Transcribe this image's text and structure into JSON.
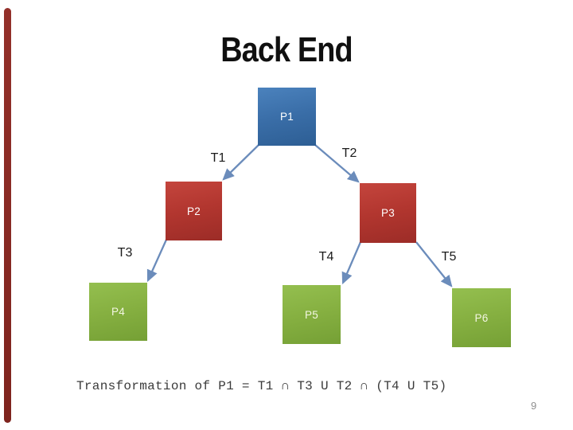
{
  "slide": {
    "title": "Back End",
    "formula": "Transformation of P1 = T1 ∩ T3 U T2 ∩ (T4 U T5)",
    "page_number": "9"
  },
  "diagram": {
    "type": "tree",
    "nodes": [
      {
        "id": "P1",
        "label": "P1",
        "color": "blue",
        "level": 1
      },
      {
        "id": "P2",
        "label": "P2",
        "color": "red",
        "level": 2
      },
      {
        "id": "P3",
        "label": "P3",
        "color": "red",
        "level": 2
      },
      {
        "id": "P4",
        "label": "P4",
        "color": "green",
        "level": 3
      },
      {
        "id": "P5",
        "label": "P5",
        "color": "green",
        "level": 3
      },
      {
        "id": "P6",
        "label": "P6",
        "color": "green",
        "level": 3
      }
    ],
    "edges": [
      {
        "label": "T1",
        "from": "P1",
        "to": "P2"
      },
      {
        "label": "T2",
        "from": "P1",
        "to": "P3"
      },
      {
        "label": "T3",
        "from": "P2",
        "to": "P4"
      },
      {
        "label": "T4",
        "from": "P3",
        "to": "P5"
      },
      {
        "label": "T5",
        "from": "P3",
        "to": "P6"
      }
    ],
    "colors": {
      "node_blue": "#3a6ea8",
      "node_red": "#b2362f",
      "node_green": "#86b041",
      "connector": "#6b8cbb",
      "accent_bar": "#862a24",
      "title_text": "#101010",
      "formula_text": "#3b3b3b",
      "page_number_text": "#8f8f8f"
    }
  }
}
